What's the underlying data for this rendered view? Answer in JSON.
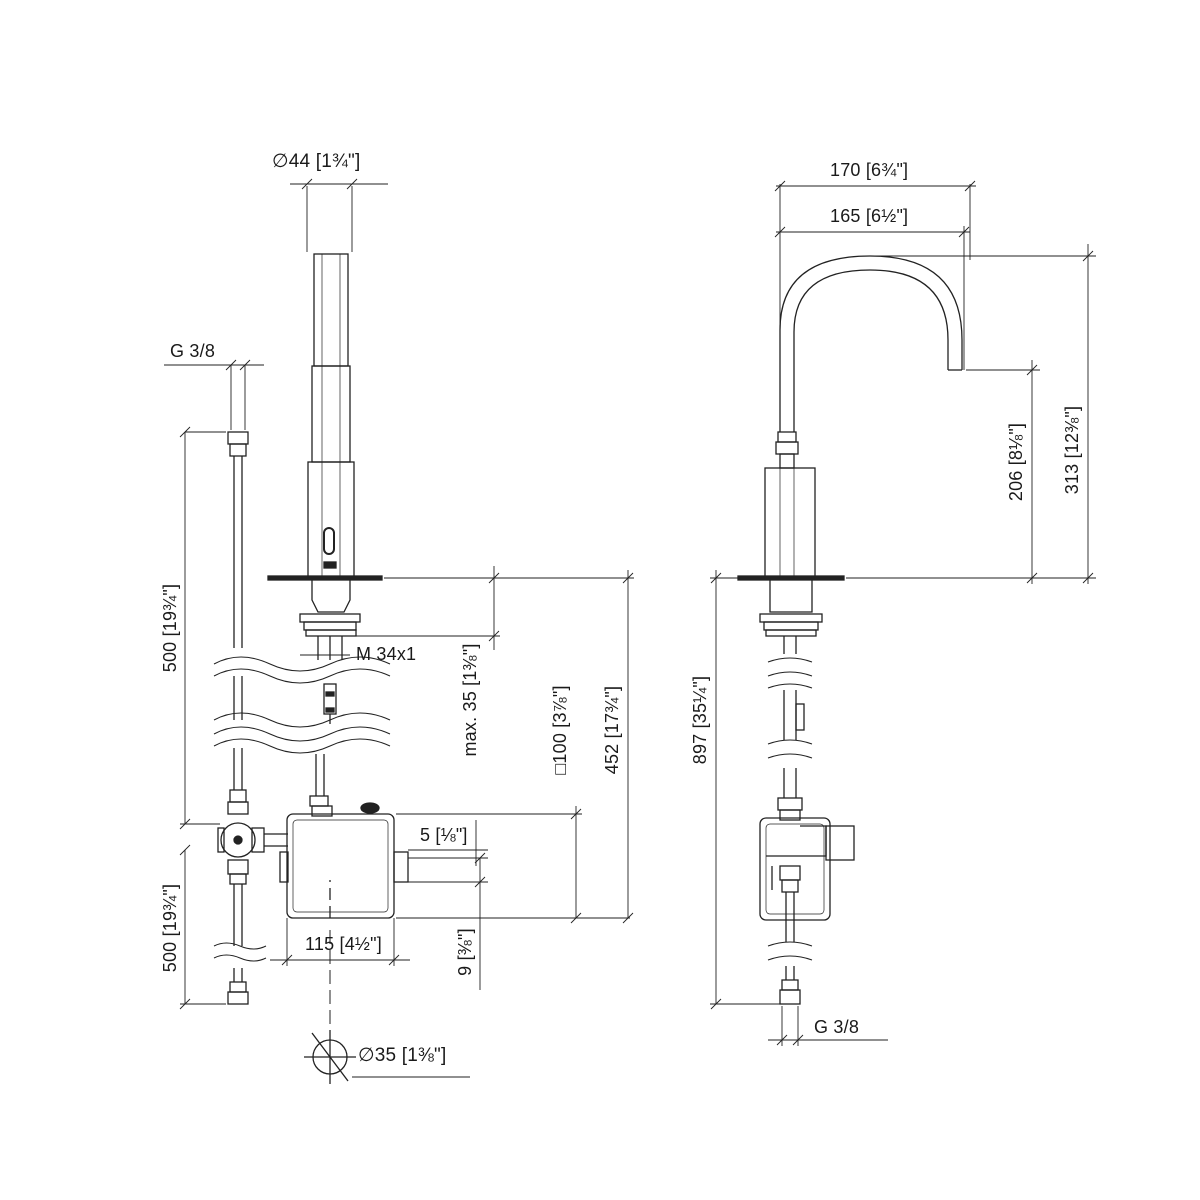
{
  "left_view": {
    "dim_diameter_spout": "∅44 [1¾\"]",
    "dim_g38": "G 3/8",
    "dim_hose_upper": "500 [19¾\"]",
    "dim_hose_lower": "500 [19¾\"]",
    "dim_thread": "M 34x1",
    "dim_max_thickness": "max. 35 [1⅜\"]",
    "dim_box_square": "□100 [3⅞\"]",
    "dim_total_height": "452 [17¾\"]",
    "dim_box_offset": "5 [⅛\"]",
    "dim_box_width": "115 [4½\"]",
    "dim_box_depth": "9 [⅜\"]",
    "dim_hole": "∅35 [1⅜\"]"
  },
  "right_view": {
    "dim_reach_outer": "170 [6¾\"]",
    "dim_reach_inner": "165 [6½\"]",
    "dim_outlet_height": "206 [8⅛\"]",
    "dim_spout_height": "313 [12⅜\"]",
    "dim_total_length": "897 [35¼\"]",
    "dim_g38": "G 3/8"
  }
}
